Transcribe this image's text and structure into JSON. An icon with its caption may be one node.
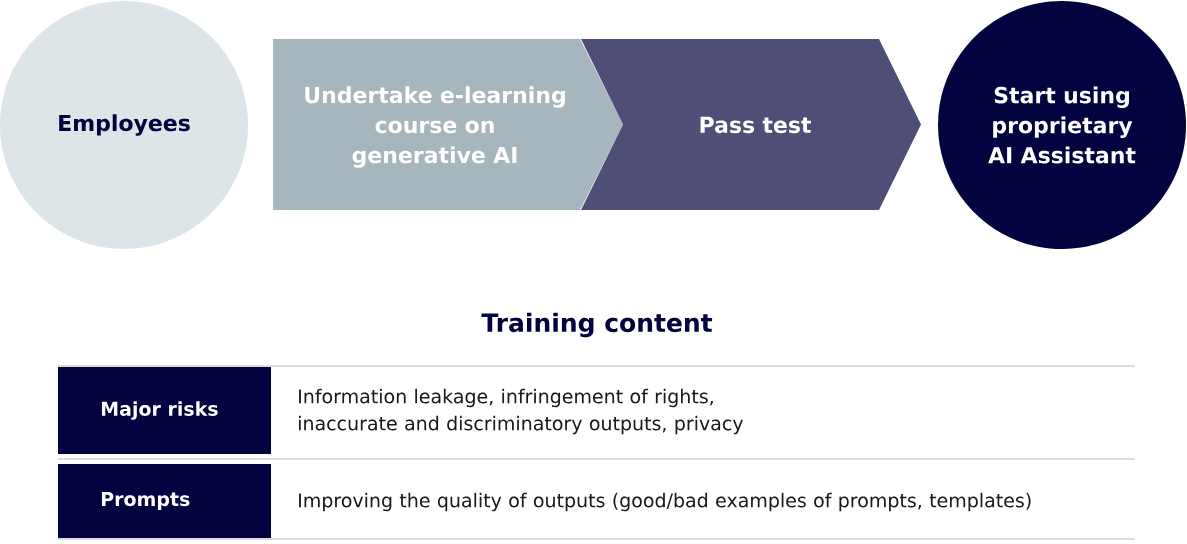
{
  "diagram": {
    "nodes": [
      {
        "text": [
          "Employees"
        ]
      },
      {
        "text": [
          "Undertake e-learning course on generative AI"
        ]
      },
      {
        "text": [
          "Pass test"
        ]
      },
      {
        "text": [
          "Start using proprietary AI Assistant"
        ]
      },
      {
        "text": [
          "Major risks"
        ],
        "beside": [
          "Information leakage, infringement of rights, inaccurate and discriminatory outputs, privacy"
        ]
      },
      {
        "text": [
          "Prompts"
        ],
        "beside": [
          "Improving the quality of outputs (good/bad examples of prompts, templates)"
        ]
      }
    ],
    "labels": [
      "Training content"
    ]
  }
}
